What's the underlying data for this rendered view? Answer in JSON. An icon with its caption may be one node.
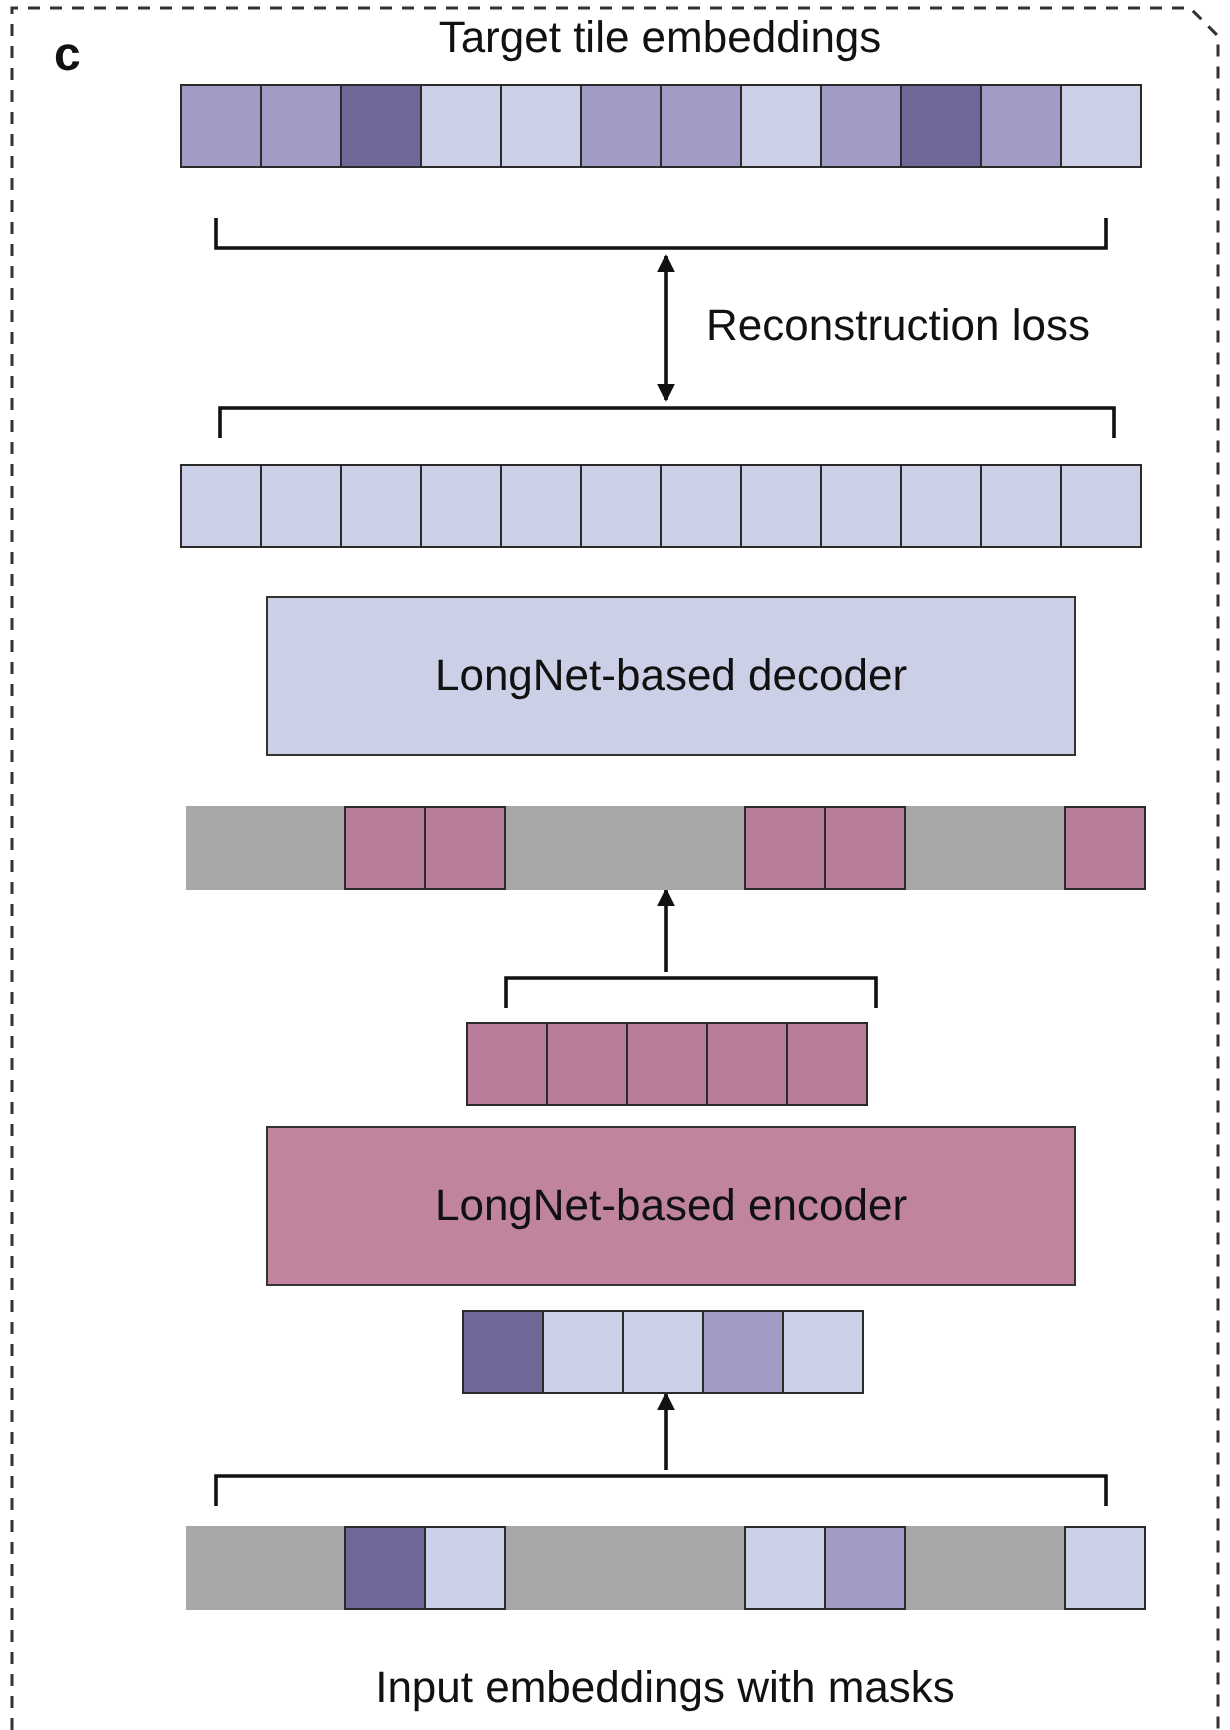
{
  "diagram": {
    "nodes": [
      {
        "text": [
          "Target tile embeddings"
        ]
      },
      {
        "text": [],
        "shape": "bar"
      },
      {
        "text": [
          "LongNet-based decoder"
        ]
      },
      {
        "text": [],
        "shape": "bar"
      },
      {
        "text": [],
        "shape": "bar"
      },
      {
        "text": [
          "LongNet-based encoder"
        ]
      },
      {
        "text": [],
        "shape": "bar"
      },
      {
        "text": [
          "Input embeddings with masks"
        ]
      }
    ],
    "edges": [
      {
        "from": 1,
        "to": 0,
        "arrow": "both",
        "label": "Reconstruction loss"
      },
      {
        "from": 4,
        "to": 3,
        "arrow": "to"
      },
      {
        "from": 7,
        "to": 6,
        "arrow": "to"
      }
    ],
    "labels": [
      "c"
    ]
  }
}
